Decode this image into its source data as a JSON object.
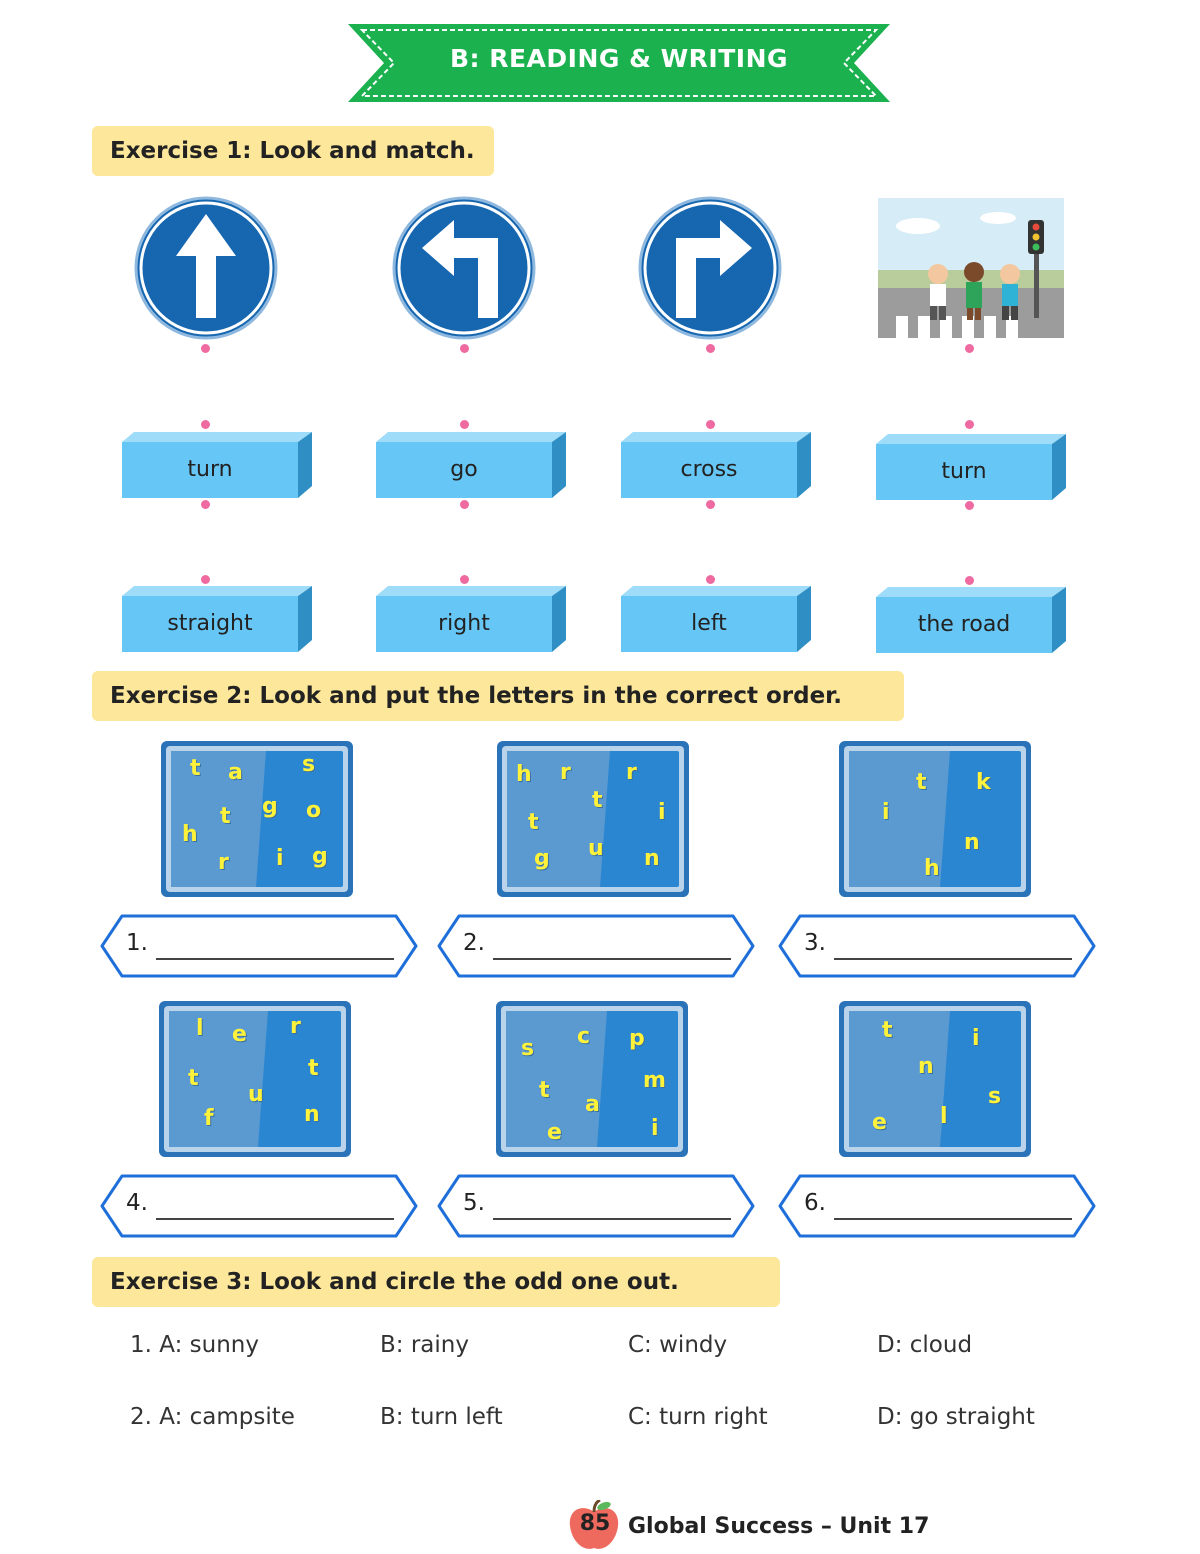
{
  "banner": {
    "title": "B: READING & WRITING"
  },
  "exercise1": {
    "heading": "Exercise 1: Look and match.",
    "pictures": [
      {
        "icon": "arrow-up-sign-icon"
      },
      {
        "icon": "turn-left-sign-icon"
      },
      {
        "icon": "turn-right-sign-icon"
      },
      {
        "icon": "children-crossing-road-picture"
      }
    ],
    "row1": [
      "turn",
      "go",
      "cross",
      "turn"
    ],
    "row2": [
      "straight",
      "right",
      "left",
      "the road"
    ]
  },
  "exercise2": {
    "heading": "Exercise 2: Look and put the letters in the correct order.",
    "boards": [
      {
        "letters": [
          "t",
          "a",
          "s",
          "t",
          "g",
          "o",
          "h",
          "r",
          "i",
          "g"
        ]
      },
      {
        "letters": [
          "h",
          "r",
          "r",
          "t",
          "t",
          "i",
          "g",
          "u",
          "n"
        ]
      },
      {
        "letters": [
          "t",
          "k",
          "i",
          "n",
          "h"
        ]
      },
      {
        "letters": [
          "l",
          "e",
          "r",
          "t",
          "t",
          "u",
          "f",
          "n"
        ]
      },
      {
        "letters": [
          "c",
          "p",
          "s",
          "m",
          "t",
          "a",
          "e",
          "i"
        ]
      },
      {
        "letters": [
          "t",
          "i",
          "n",
          "s",
          "e",
          "l"
        ]
      }
    ],
    "answers": [
      "1.",
      "2.",
      "3.",
      "4.",
      "5.",
      "6."
    ]
  },
  "exercise3": {
    "heading": "Exercise  3: Look and circle the odd one out.",
    "questions": [
      {
        "a": "1. A: sunny",
        "b": "B: rainy",
        "c": "C: windy",
        "d": "D: cloud"
      },
      {
        "a": "2. A: campsite",
        "b": "B: turn left",
        "c": "C: turn right",
        "d": "D: go straight"
      }
    ]
  },
  "footer": {
    "page": "85",
    "text": "Global Success – Unit 17"
  },
  "colors": {
    "banner": "#1bb14f",
    "sign": "#1666b0",
    "box": "#66c6f5",
    "header": "#fde79a",
    "pill": "#1e6fd9",
    "dot": "#ef6aa1"
  }
}
